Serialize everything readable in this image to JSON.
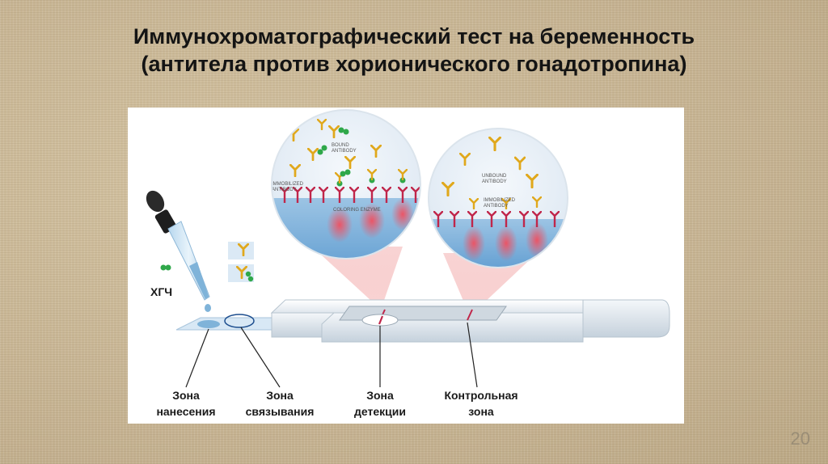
{
  "title": {
    "line1": "Иммунохроматографический тест на беременность",
    "line2": "(антитела против хорионического гонадотропина)"
  },
  "diagram": {
    "hcg_label": "ХГЧ",
    "zones": [
      {
        "line1": "Зона",
        "line2": "нанесения"
      },
      {
        "line1": "Зона",
        "line2": "связывания"
      },
      {
        "line1": "Зона",
        "line2": "детекции"
      },
      {
        "line1": "Контрольная",
        "line2": "зона"
      }
    ],
    "left_circle": {
      "bound_antibody": [
        "BOUND",
        "ANTIBODY"
      ],
      "immobilized_antibody": [
        "IMMOBILIZED",
        "ANTIBODY"
      ],
      "coloring_enzyme": "COLORING ENZYME"
    },
    "right_circle": {
      "unbound_antibody": [
        "UNBOUND",
        "ANTIBODY"
      ],
      "immobilized_antibody": [
        "IMMOBILIZED",
        "ANTIBODY"
      ]
    }
  },
  "slide_number": "20",
  "colors": {
    "background": "#c9b795",
    "panel": "#ffffff",
    "antibody": "#e0a81c",
    "hcg": "#2fa84a",
    "immobilized": "#c0264a",
    "enzyme": "#e4404a",
    "membrane": "#7fb3d9"
  }
}
